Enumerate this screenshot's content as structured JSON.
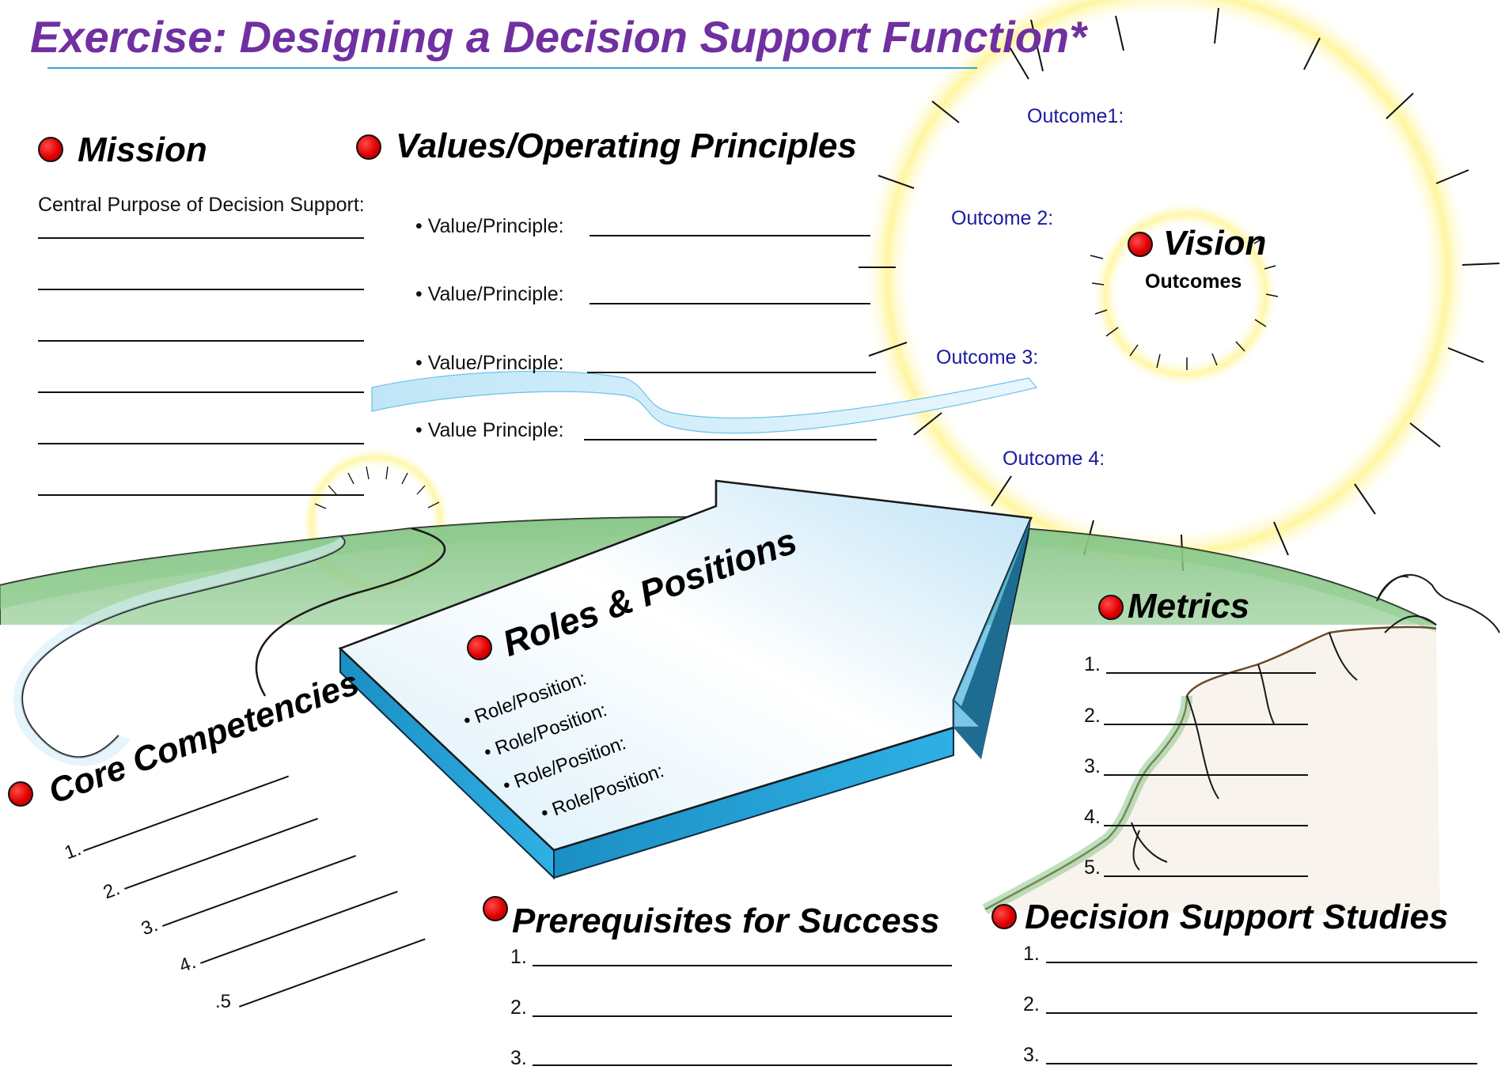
{
  "title": "Exercise: Designing a Decision Support Function*",
  "mission": {
    "heading": "Mission",
    "prompt": "Central Purpose of Decision Support:"
  },
  "values": {
    "heading": "Values/Operating Principles",
    "items": [
      "Value/Principle: ",
      "Value/Principle: ",
      "Value/Principle:",
      "Value Principle:"
    ]
  },
  "vision": {
    "heading": "Vision",
    "subheading": "Outcomes",
    "outcomes": [
      "Outcome1:",
      "Outcome 2:",
      "Outcome 3:",
      "Outcome 4:"
    ]
  },
  "roles": {
    "heading": "Roles & Positions",
    "items": [
      "Role/Position:",
      "Role/Position:",
      "Role/Position:",
      "Role/Position:"
    ]
  },
  "core": {
    "heading": "Core Competencies",
    "numbers": [
      "1.",
      "2.",
      "3.",
      "4.",
      ".5"
    ]
  },
  "metrics": {
    "heading": "Metrics",
    "numbers": [
      "1.",
      "2.",
      "3.",
      "4.",
      "5."
    ]
  },
  "prereq": {
    "heading": "Prerequisites for Success",
    "numbers": [
      "1.",
      "2.",
      "3."
    ]
  },
  "studies": {
    "heading": "Decision Support Studies",
    "numbers": [
      "1.",
      "2.",
      "3."
    ]
  },
  "colors": {
    "title": "#7030a0",
    "rule": "#3aa3d6",
    "arrow": "#29a4d8",
    "hill": "#7fc27f",
    "sun_glow": "#fff59a",
    "outcome_text": "#1a1aa0",
    "bullet_dot": "#e00000"
  },
  "icons": [
    "sun-icon",
    "small-sun-icon",
    "arrow-icon",
    "tree-icon",
    "road-icon"
  ]
}
